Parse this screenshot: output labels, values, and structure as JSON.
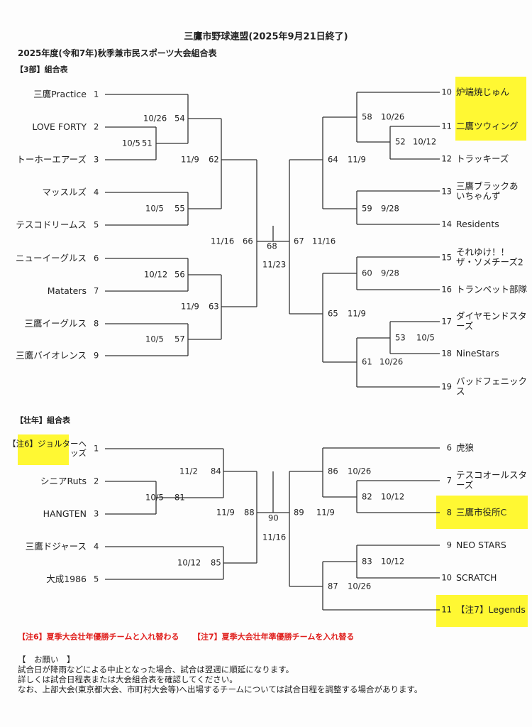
{
  "title": "三鷹市野球連盟(2025年9月21日終了)",
  "subtitle": "2025年度(令和7年)秋季兼市民スポーツ大会組合表",
  "section3": {
    "heading": "【3部】組合表",
    "left_teams": [
      {
        "no": "1",
        "name": "三鷹Practice"
      },
      {
        "no": "2",
        "name": "LOVE FORTY"
      },
      {
        "no": "3",
        "name": "トーホーエアーズ"
      },
      {
        "no": "4",
        "name": "マッスルズ"
      },
      {
        "no": "5",
        "name": "テスコドリームス"
      },
      {
        "no": "6",
        "name": "ニューイーグルス"
      },
      {
        "no": "7",
        "name": "Mataters"
      },
      {
        "no": "8",
        "name": "三鷹イーグルス"
      },
      {
        "no": "9",
        "name": "三鷹バイオレンス"
      }
    ],
    "right_teams": [
      {
        "no": "10",
        "name": "炉端焼じゅん"
      },
      {
        "no": "11",
        "name": "二鷹ツウィング"
      },
      {
        "no": "12",
        "name": "トラッキーズ"
      },
      {
        "no": "13",
        "name": "三鷹ブラックあ\nいちゃんず"
      },
      {
        "no": "14",
        "name": "Residents"
      },
      {
        "no": "15",
        "name": "それゆけ！！\nザ・ソメチーズ2"
      },
      {
        "no": "16",
        "name": "トランペット部隊"
      },
      {
        "no": "17",
        "name": "ダイヤモンドスターズ"
      },
      {
        "no": "18",
        "name": "NineStars"
      },
      {
        "no": "19",
        "name": "バッドフェニックス"
      }
    ],
    "matches": {
      "m51": {
        "id": "51",
        "date": "10/5"
      },
      "m54": {
        "id": "54",
        "date": "10/26"
      },
      "m55": {
        "id": "55",
        "date": "10/5"
      },
      "m62": {
        "id": "62",
        "date": "11/9"
      },
      "m56": {
        "id": "56",
        "date": "10/12"
      },
      "m63": {
        "id": "63",
        "date": "11/9"
      },
      "m57": {
        "id": "57",
        "date": "10/5"
      },
      "m66": {
        "id": "66",
        "date": "11/16"
      },
      "m68": {
        "id": "68",
        "date": "11/23"
      },
      "m67": {
        "id": "67",
        "date": "11/16"
      },
      "m58": {
        "id": "58",
        "date": "10/26"
      },
      "m52": {
        "id": "52",
        "date": "10/12"
      },
      "m64": {
        "id": "64",
        "date": "11/9"
      },
      "m59": {
        "id": "59",
        "date": "9/28"
      },
      "m60": {
        "id": "60",
        "date": "9/28"
      },
      "m65": {
        "id": "65",
        "date": "11/9"
      },
      "m53": {
        "id": "53",
        "date": "10/5"
      },
      "m61": {
        "id": "61",
        "date": "10/26"
      }
    }
  },
  "senior": {
    "heading": "【壮年】組合表",
    "left_teams": [
      {
        "no": "1",
        "name": "【注6】ジョルターヘッズ"
      },
      {
        "no": "2",
        "name": "シニアRuts"
      },
      {
        "no": "3",
        "name": "HANGTEN"
      },
      {
        "no": "4",
        "name": "三鷹ドジャース"
      },
      {
        "no": "5",
        "name": "大成1986"
      }
    ],
    "right_teams": [
      {
        "no": "6",
        "name": "虎狼"
      },
      {
        "no": "7",
        "name": "テスコオールスターズ"
      },
      {
        "no": "8",
        "name": "三鷹市役所C"
      },
      {
        "no": "9",
        "name": "NEO STARS"
      },
      {
        "no": "10",
        "name": "SCRATCH"
      },
      {
        "no": "11",
        "name": "【注7】Legends"
      }
    ],
    "matches": {
      "m84": {
        "id": "84",
        "date": "11/2"
      },
      "m81": {
        "id": "81",
        "date": "10/5"
      },
      "m88": {
        "id": "88",
        "date": "11/9"
      },
      "m85": {
        "id": "85",
        "date": "10/12"
      },
      "m90": {
        "id": "90",
        "date": "11/16"
      },
      "m89": {
        "id": "89",
        "date": "11/9"
      },
      "m86": {
        "id": "86",
        "date": "10/26"
      },
      "m82": {
        "id": "82",
        "date": "10/12"
      },
      "m83": {
        "id": "83",
        "date": "10/12"
      },
      "m87": {
        "id": "87",
        "date": "10/26"
      }
    }
  },
  "notes": {
    "note6": "【注6】夏季大会壮年優勝チームと入れ替わる",
    "note7": "【注7】夏季大会壮年準優勝チームを入れ替る"
  },
  "request": {
    "heading": "【　お願い　】",
    "lines": [
      "試合日が降雨などによる中止となった場合、試合は翌週に順延になります。",
      "詳しくは試合日程表または大会組合表を確認してください。",
      "なお、上部大会(東京都大会、市町村大会等)へ出場するチームについては試合日程を調整する場合があります。"
    ]
  },
  "colors": {
    "highlight": "#fff833",
    "note_red": "#e0201e"
  }
}
